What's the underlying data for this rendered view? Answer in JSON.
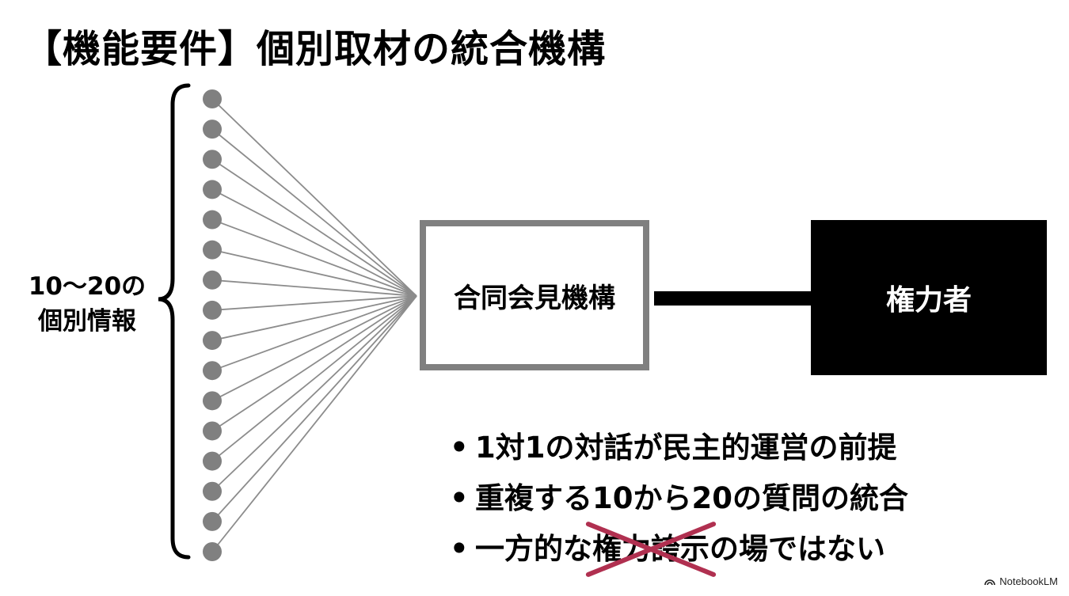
{
  "title": "【機能要件】個別取材の統合機構",
  "side_label": {
    "line1": "10〜20の",
    "line2": "個別情報"
  },
  "node_count": 16,
  "hub_label": "合同会見機構",
  "authority_label": "権力者",
  "bullets": [
    {
      "segments": [
        {
          "text": "1対1の対話が民主的運営の前提"
        }
      ]
    },
    {
      "segments": [
        {
          "text": "重複する10から20の質問の統合"
        }
      ]
    },
    {
      "segments": [
        {
          "text": "一方的な"
        },
        {
          "text": "権力誇示",
          "struck": true
        },
        {
          "text": "の場ではない"
        }
      ]
    }
  ],
  "bullet_glyph": "•",
  "brand": "NotebookLM",
  "colors": {
    "node": "#808080",
    "fan_line": "#8c8c8c",
    "hub_border": "#808080",
    "authority_bg": "#000000",
    "strike": "#b03050"
  }
}
